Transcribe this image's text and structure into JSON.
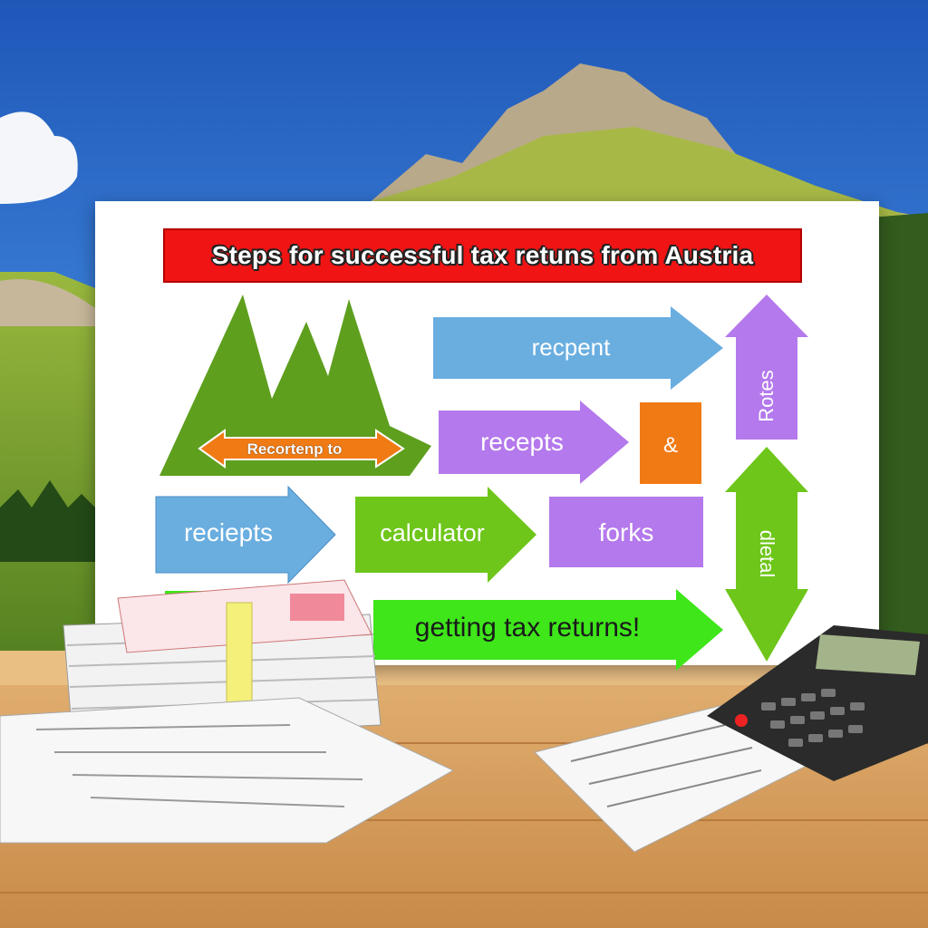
{
  "title": "Steps for successful tax retuns from Austria",
  "labels": {
    "mountain_arrow": "Recortenp to",
    "recpent": "recpent",
    "recepts": "recepts",
    "ampersand": "&",
    "rotes": "Rotes",
    "reciepts": "reciepts",
    "calculator": "calculator",
    "forks": "forks",
    "dletal": "dletal",
    "getting": "getting tax returns!"
  },
  "colors": {
    "sky": "#2a63c4",
    "banner_red": "#f01414",
    "mountain_green": "#5e9f1e",
    "arrow_blue": "#6aaee0",
    "arrow_purple": "#b479ec",
    "arrow_green": "#6ec61a",
    "arrow_lime": "#3ee61a",
    "box_orange": "#f07a14",
    "wood": "#d9a15f"
  }
}
